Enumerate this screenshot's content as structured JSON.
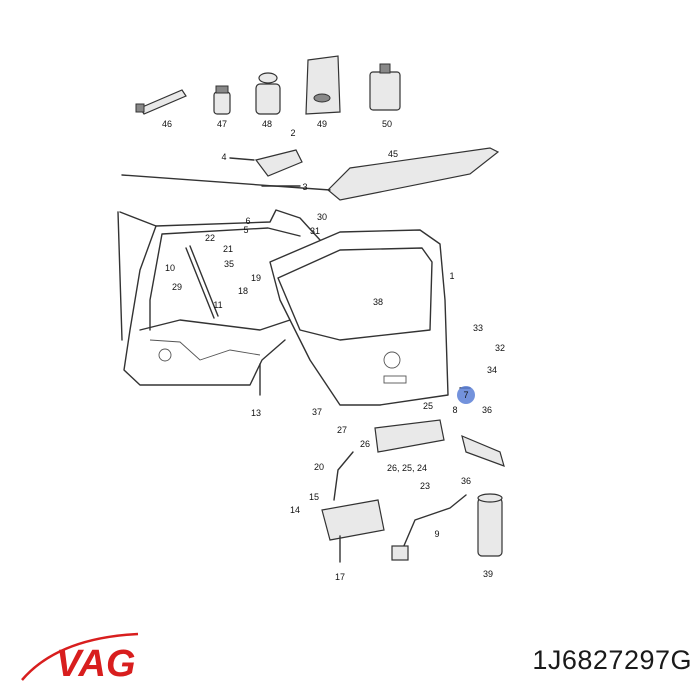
{
  "diagram": {
    "callouts": [
      "46",
      "47",
      "48",
      "49",
      "50",
      "2",
      "4",
      "3",
      "45",
      "30",
      "31",
      "22",
      "21",
      "10",
      "35",
      "19",
      "1",
      "29",
      "18",
      "11",
      "38",
      "33",
      "32",
      "34",
      "7",
      "8",
      "36",
      "25",
      "13",
      "37",
      "27",
      "26",
      "26, 25, 24",
      "23",
      "36",
      "20",
      "15",
      "14",
      "9",
      "17",
      "39",
      "5",
      "6"
    ],
    "highlight_color": "#5b7fd6"
  },
  "brand": {
    "logo_text": "VAG",
    "logo_color": "#d81e1e"
  },
  "part_number": "1J6827297G"
}
